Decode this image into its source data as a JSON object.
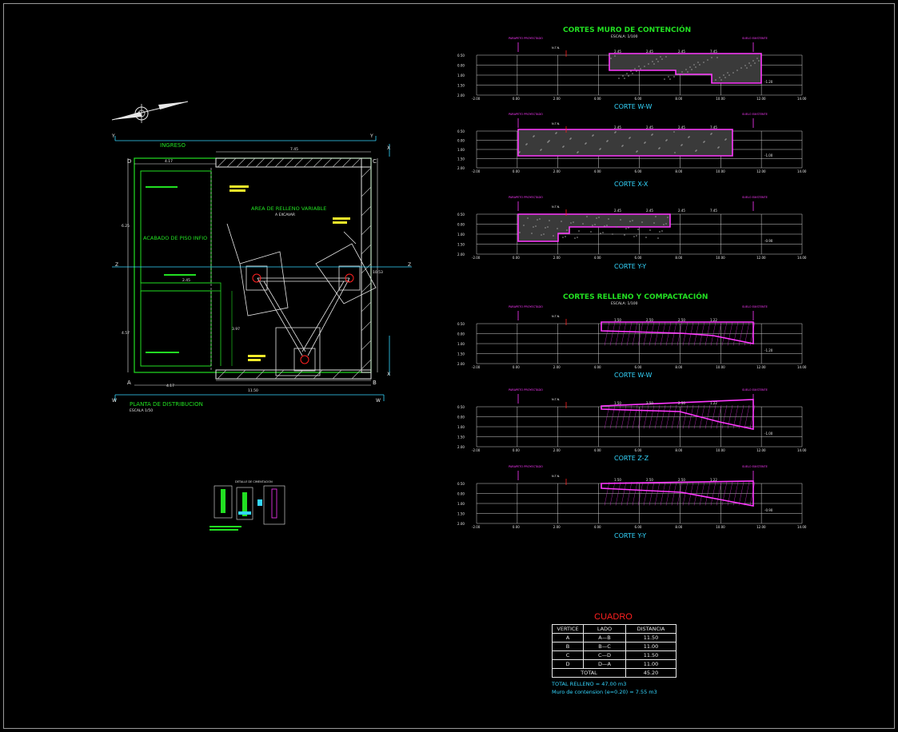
{
  "plan": {
    "entry_label": "INGRESO",
    "title": "PLANTA DE DISTRIBUCION",
    "scale": "ESCALA 1/50",
    "fill_area": "AREA DE RELLENO VARIABLE",
    "fill_area_sub": "A EXCAVAR",
    "floor_finish": "ACABADO DE PISO INFIO",
    "vertex_d": "D",
    "vertex_c": "C",
    "vertex_a": "A",
    "vertex_b": "B",
    "axis_y": "Y",
    "axis_x": "X",
    "axis_z": "Z",
    "axis_w": "W",
    "dim_top": "7.45",
    "dim_bottom": "11.50",
    "dim_left_1": "4.17",
    "dim_left_2": "6.25",
    "dim_left_3": "4.57",
    "dim_right": "10.53",
    "dim_inner": "4.17",
    "dim_inner_2": "3.97",
    "dim_inner_3": "2.45"
  },
  "sections_wall": {
    "title": "CORTES MURO DE CONTENCIÓN",
    "scale": "ESCALA: 1/100",
    "cuts": [
      "CORTE W-W",
      "CORTE X-X",
      "CORTE Y-Y"
    ]
  },
  "sections_fill": {
    "title": "CORTES RELLENO Y COMPACTACIÓN",
    "scale": "ESCALA: 1/100",
    "cuts": [
      "CORTE W-W",
      "CORTE Z-Z",
      "CORTE Y-Y"
    ]
  },
  "axis_ticks": [
    "-2.00",
    "0.00",
    "2.00",
    "4.00",
    "6.00",
    "8.00",
    "10.00",
    "12.00",
    "14.00"
  ],
  "level_ticks": [
    "0.50",
    "0.00",
    "1.00",
    "1.50",
    "2.00"
  ],
  "section_labels": {
    "proyected": "PARAPETO PROYECTADO",
    "existing": "SUELO EXISTENTE",
    "nivel": "N.T.N.",
    "vals_a": [
      "2.45",
      "2.45",
      "2.45",
      "7.45"
    ],
    "vals_b": [
      "1.50",
      "2.50",
      "2.50",
      "1.22"
    ],
    "side_vals": [
      "-1.20",
      "-1.00",
      "-0.90"
    ]
  },
  "cuadro": {
    "title": "CUADRO",
    "headers": [
      "VERTICE",
      "LADO",
      "DISTANCIA"
    ],
    "rows": [
      [
        "A",
        "A—B",
        "11.50"
      ],
      [
        "B",
        "B—C",
        "11.00"
      ],
      [
        "C",
        "C—D",
        "11.50"
      ],
      [
        "D",
        "D—A",
        "11.00"
      ]
    ],
    "total_label": "TOTAL",
    "total_value": "45.20",
    "fill_total": "TOTAL RELLENO = 47.00 m3",
    "wall_total": "Muro de contension (e=0.20) = 7.55 m3"
  },
  "detail": {
    "title": "DETALLE DE CIMENTACION"
  },
  "colors": {
    "green": "#22e022",
    "cyan": "#34d7ff",
    "yellow": "#f0ea2a",
    "magenta": "#ff38ff",
    "red": "#ff2020",
    "grid": "#cfcfcf"
  }
}
